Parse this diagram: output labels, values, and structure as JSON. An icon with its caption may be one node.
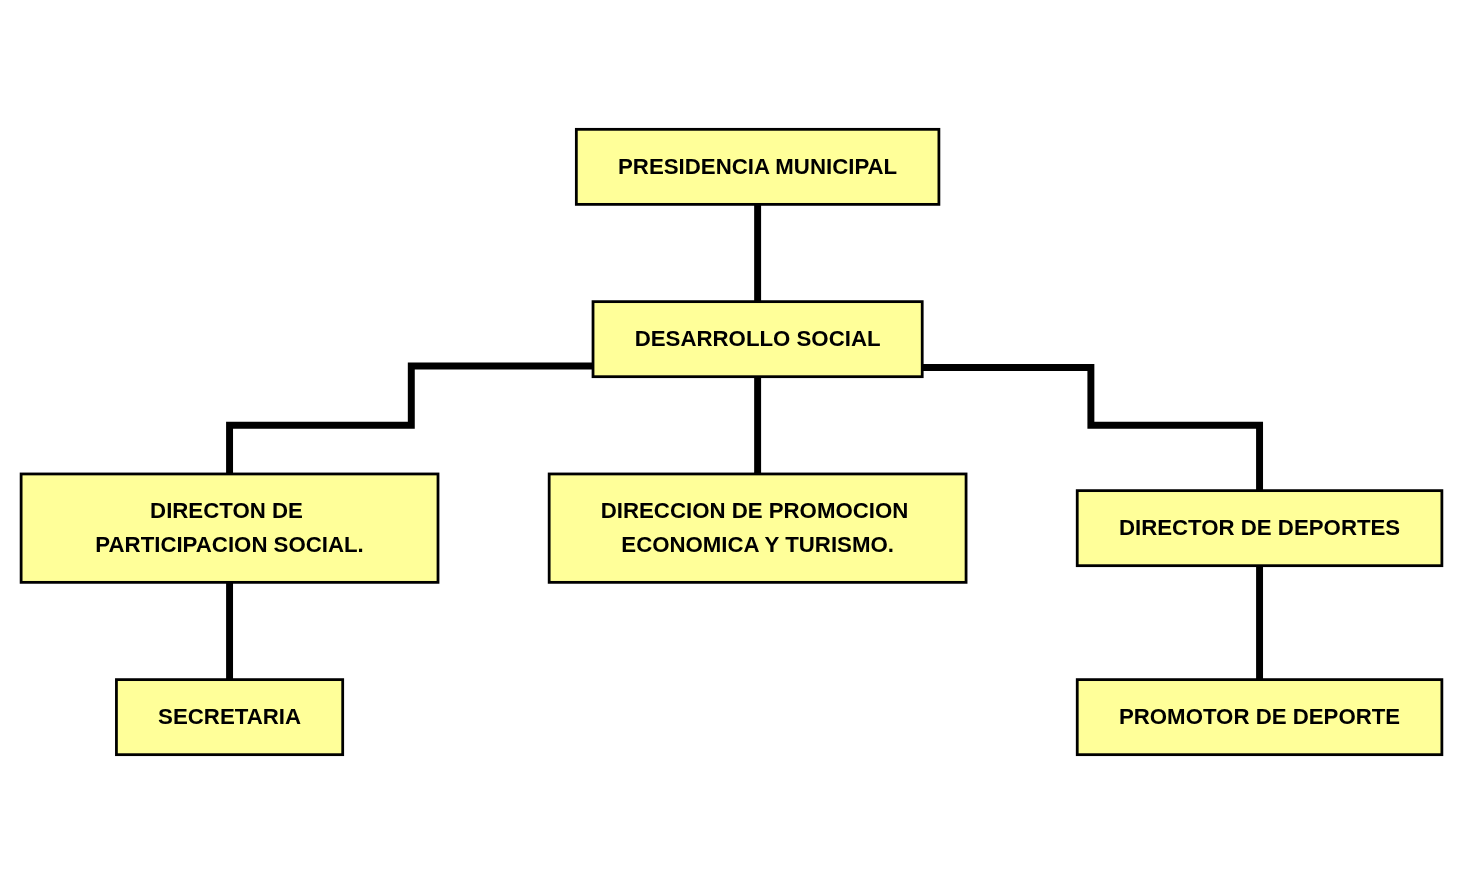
{
  "diagram": {
    "nodes": [
      {
        "text": [
          "PRESIDENCIA MUNICIPAL"
        ]
      },
      {
        "text": [
          "DESARROLLO SOCIAL"
        ]
      },
      {
        "text": [
          "DIRECTON DE PARTICIPACION SOCIAL."
        ]
      },
      {
        "text": [
          "DIRECCION DE PROMOCION ECONOMICA Y TURISMO."
        ]
      },
      {
        "text": [
          "DIRECTOR DE DEPORTES"
        ]
      },
      {
        "text": [
          "SECRETARIA"
        ]
      },
      {
        "text": [
          "PROMOTOR DE DEPORTE"
        ]
      }
    ],
    "edges": [
      {
        "from": 0,
        "to": 1,
        "arrow": "none"
      },
      {
        "from": 1,
        "to": 2,
        "arrow": "none"
      },
      {
        "from": 1,
        "to": 3,
        "arrow": "none"
      },
      {
        "from": 1,
        "to": 4,
        "arrow": "none"
      },
      {
        "from": 2,
        "to": 5,
        "arrow": "none"
      },
      {
        "from": 4,
        "to": 6,
        "arrow": "none"
      }
    ]
  }
}
